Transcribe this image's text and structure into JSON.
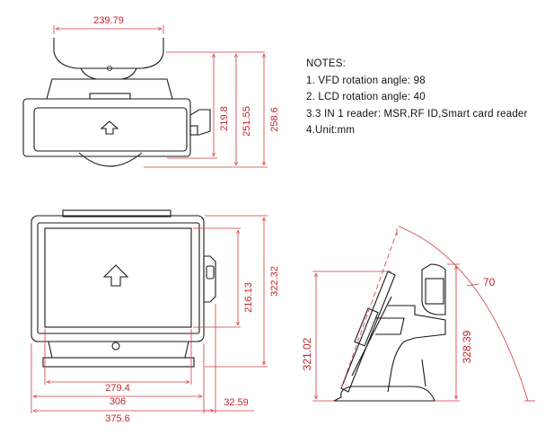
{
  "notes": {
    "title": "NOTES:",
    "items": [
      "1. VFD rotation angle: 98",
      "2. LCD rotation angle: 40",
      "3.3 IN 1 reader: MSR,RF ID,Smart card reader",
      "4.Unit:mm"
    ]
  },
  "top_view": {
    "width_label": "239.79",
    "height_labels": [
      "219.8",
      "251.55",
      "258.6"
    ]
  },
  "front_view": {
    "height_labels": [
      "216.13",
      "322.32"
    ],
    "width_labels": [
      "279.4",
      "306",
      "375.6"
    ],
    "side_offset_label": "32.59"
  },
  "side_view": {
    "height_labels": [
      "321.02",
      "328.39"
    ],
    "angle_label": "70"
  },
  "colors": {
    "dimension": "#c0262d",
    "outline": "#1a1a1a"
  }
}
